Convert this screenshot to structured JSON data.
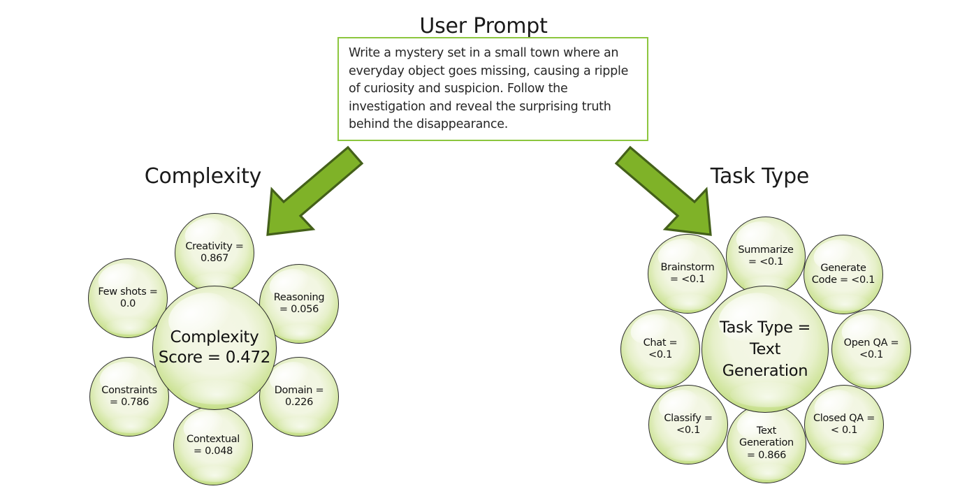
{
  "headings": {
    "user_prompt": "User Prompt",
    "complexity": "Complexity",
    "task_type": "Task Type"
  },
  "prompt": {
    "text": "Write a mystery set in a small town where an everyday object goes missing, causing a ripple of curiosity and suspicion. Follow the investigation and reveal the surprising truth behind the disappearance.",
    "border_color": "#8CC63E"
  },
  "arrows": {
    "left": {
      "name": "arrow-down-left-icon",
      "color": "#7FB228",
      "outline": "#4E6B1A"
    },
    "right": {
      "name": "arrow-down-right-icon",
      "color": "#7FB228",
      "outline": "#4E6B1A"
    }
  },
  "colors": {
    "sphere_rim": "#9AC746",
    "sphere_center": "#F2F6E2",
    "sphere_outline": "#2B2B2B",
    "arrow_green": "#7FB228",
    "box_green": "#8CC63E",
    "text": "#111111"
  },
  "chart_data": {
    "type": "diagram",
    "title": "Prompt analysis: Complexity and Task Type scores",
    "clusters": [
      {
        "name": "Complexity",
        "heading": "Complexity",
        "center": {
          "label": "Complexity\nScore = 0.472",
          "metric": "Complexity Score",
          "value": 0.472
        },
        "satellites": [
          {
            "label": "Creativity =\n0.867",
            "metric": "Creativity",
            "value": 0.867
          },
          {
            "label": "Reasoning\n= 0.056",
            "metric": "Reasoning",
            "value": 0.056
          },
          {
            "label": "Domain =\n0.226",
            "metric": "Domain",
            "value": 0.226
          },
          {
            "label": "Contextual\n= 0.048",
            "metric": "Contextual",
            "value": 0.048
          },
          {
            "label": "Constraints\n= 0.786",
            "metric": "Constraints",
            "value": 0.786
          },
          {
            "label": "Few shots =\n0.0",
            "metric": "Few shots",
            "value": 0.0
          }
        ]
      },
      {
        "name": "Task Type",
        "heading": "Task Type",
        "center": {
          "label": "Task Type =\nText\nGeneration",
          "metric": "Task Type",
          "value": "Text Generation"
        },
        "satellites": [
          {
            "label": "Summarize\n= <0.1",
            "metric": "Summarize",
            "value": "<0.1"
          },
          {
            "label": "Generate\nCode = <0.1",
            "metric": "Generate Code",
            "value": "<0.1"
          },
          {
            "label": "Open QA =\n<0.1",
            "metric": "Open QA",
            "value": "<0.1"
          },
          {
            "label": "Closed QA =\n< 0.1",
            "metric": "Closed QA",
            "value": "< 0.1"
          },
          {
            "label": "Text\nGeneration\n= 0.866",
            "metric": "Text Generation",
            "value": 0.866
          },
          {
            "label": "Classify =\n<0.1",
            "metric": "Classify",
            "value": "<0.1"
          },
          {
            "label": "Chat =\n<0.1",
            "metric": "Chat",
            "value": "<0.1"
          },
          {
            "label": "Brainstorm\n= <0.1",
            "metric": "Brainstorm",
            "value": "<0.1"
          }
        ]
      }
    ]
  }
}
